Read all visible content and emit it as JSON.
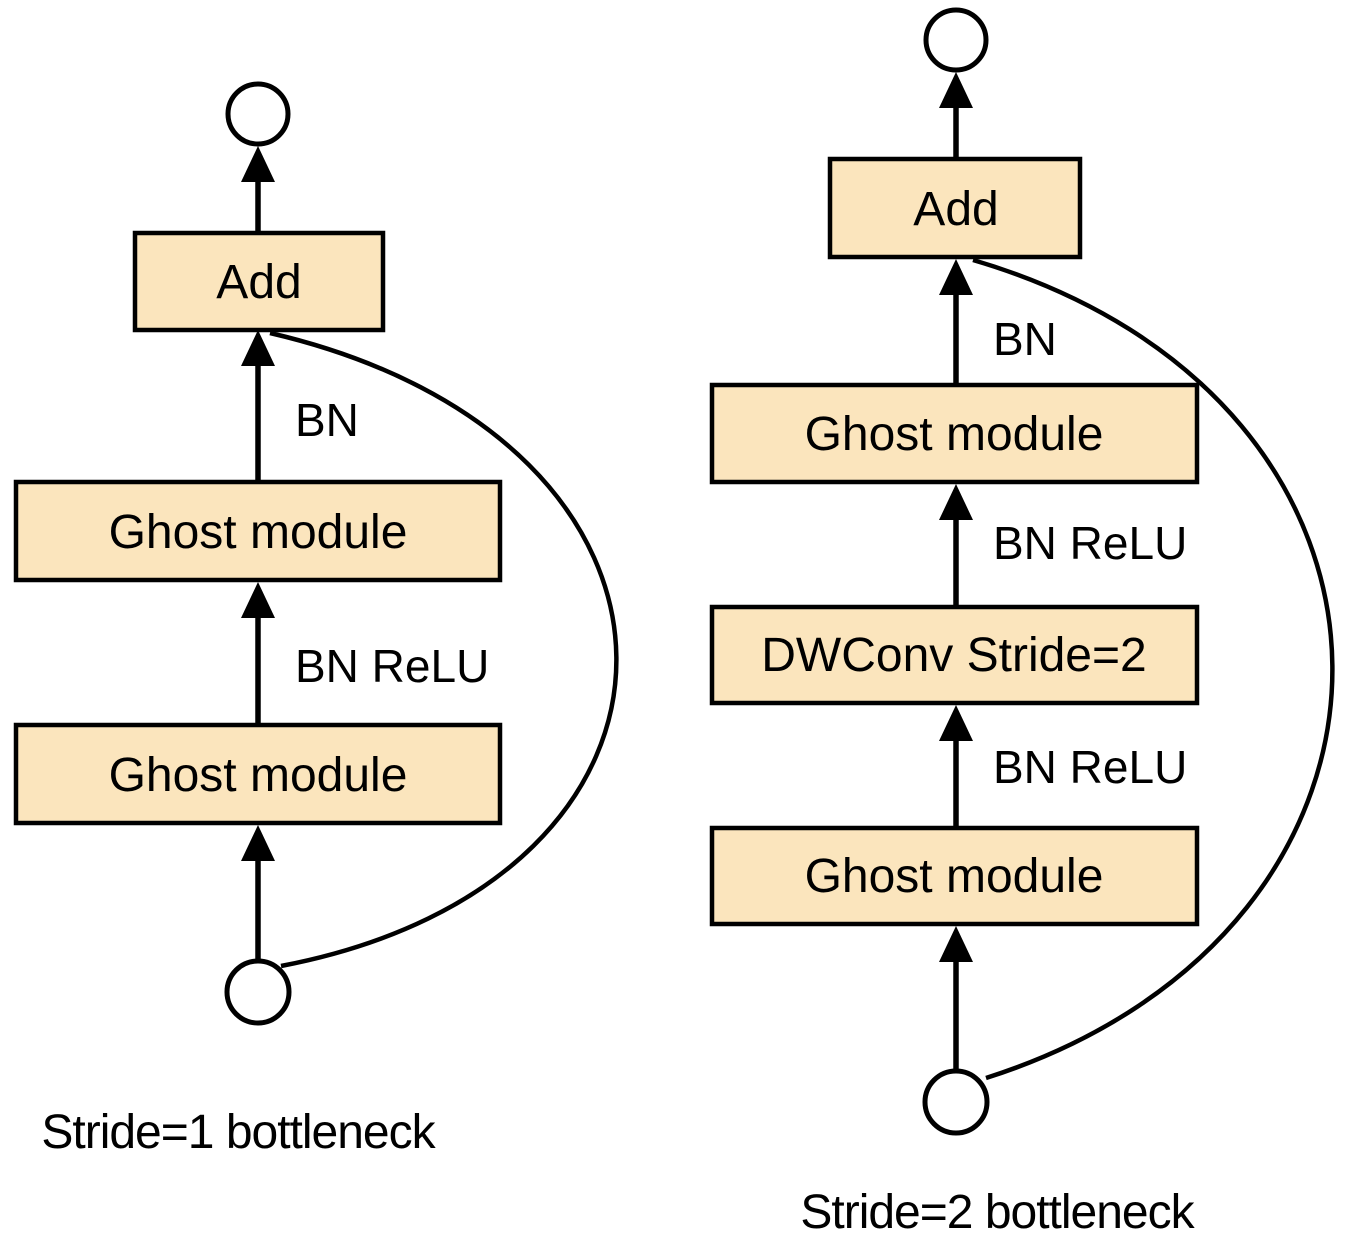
{
  "figure": {
    "type": "architecture-diagram",
    "description": "Ghost bottleneck structures",
    "colors": {
      "box_fill": "#FBE5BD",
      "box_border": "#000000",
      "line": "#000000",
      "text": "#000000",
      "background": "#FFFFFF"
    },
    "diagrams": [
      {
        "caption": "Stride=1 bottleneck",
        "boxes": {
          "add": "Add",
          "ghost_top": "Ghost module",
          "ghost_bottom": "Ghost module"
        },
        "edge_labels": {
          "bn": "BN",
          "bn_relu": "BN ReLU"
        },
        "nodes": {
          "output": "output-node",
          "input": "input-node"
        },
        "skip_connection": "shortcut from input to Add"
      },
      {
        "caption": "Stride=2 bottleneck",
        "boxes": {
          "add": "Add",
          "ghost_top": "Ghost module",
          "dwconv": "DWConv Stride=2",
          "ghost_bottom": "Ghost module"
        },
        "edge_labels": {
          "bn": "BN",
          "bn_relu_upper": "BN ReLU",
          "bn_relu_lower": "BN ReLU"
        },
        "nodes": {
          "output": "output-node",
          "input": "input-node"
        },
        "skip_connection": "shortcut from input to Add"
      }
    ]
  }
}
